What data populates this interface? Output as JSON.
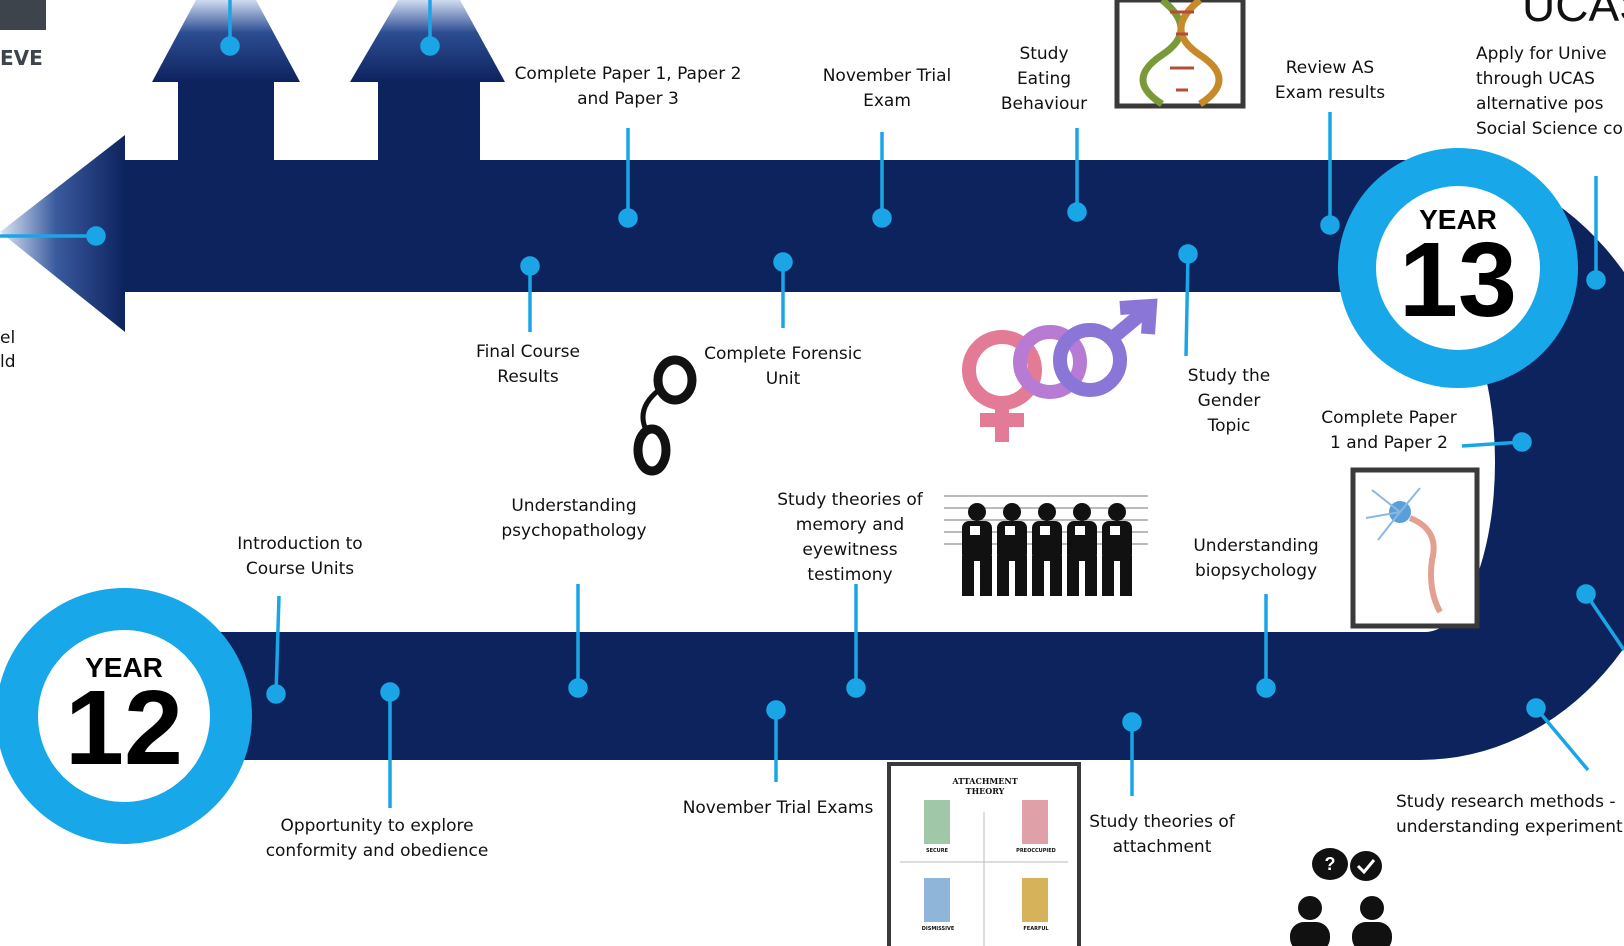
{
  "colors": {
    "navy": "#0d235e",
    "accent": "#1aa6e6",
    "ring": "#18a8ea"
  },
  "year12": {
    "word": "YEAR",
    "number": "12"
  },
  "year13": {
    "word": "YEAR",
    "number": "13"
  },
  "partial_texts": {
    "logo_fragment": "EVE",
    "ucas_logo": "UCAS",
    "left_edge_line1": "el",
    "left_edge_line2": "ld"
  },
  "milestones_top": [
    {
      "text": "Complete Paper 1, Paper 2\nand Paper 3"
    },
    {
      "text": "November Trial\nExam"
    },
    {
      "text": "Study\nEating\nBehaviour"
    },
    {
      "text": "Review AS\nExam results"
    },
    {
      "text": "Apply for Unive\nthrough UCAS\nalternative pos\nSocial Science  co"
    }
  ],
  "milestones_mid": [
    {
      "text": "Final Course\nResults"
    },
    {
      "text": "Complete Forensic\nUnit"
    },
    {
      "text": "Study the\nGender\nTopic"
    },
    {
      "text": "Complete Paper\n1 and Paper 2"
    }
  ],
  "milestones_year12_top": [
    {
      "text": "Introduction to\nCourse Units"
    },
    {
      "text": "Understanding\npsychopathology"
    },
    {
      "text": "Study theories of\nmemory and\neyewitness\ntestimony"
    },
    {
      "text": "Understanding\nbiopsychology"
    }
  ],
  "milestones_year12_bottom": [
    {
      "text": "Opportunity to explore\nconformity and obedience"
    },
    {
      "text": "November Trial Exams"
    },
    {
      "text": "Study theories of\nattachment"
    },
    {
      "text": "Study research methods -\nunderstanding experiment"
    }
  ],
  "attachment_poster": {
    "title": "ATTACHMENT\nTHEORY",
    "q1": "SECURE",
    "q2": "PREOCCUPIED",
    "q3": "DISMISSIVE",
    "q4": "FEARFUL"
  },
  "icons": [
    "handcuffs-icon",
    "gender-symbols-icon",
    "lineup-icon",
    "neuron-icon",
    "dna-icon",
    "discussion-icon",
    "ucas-logo"
  ]
}
